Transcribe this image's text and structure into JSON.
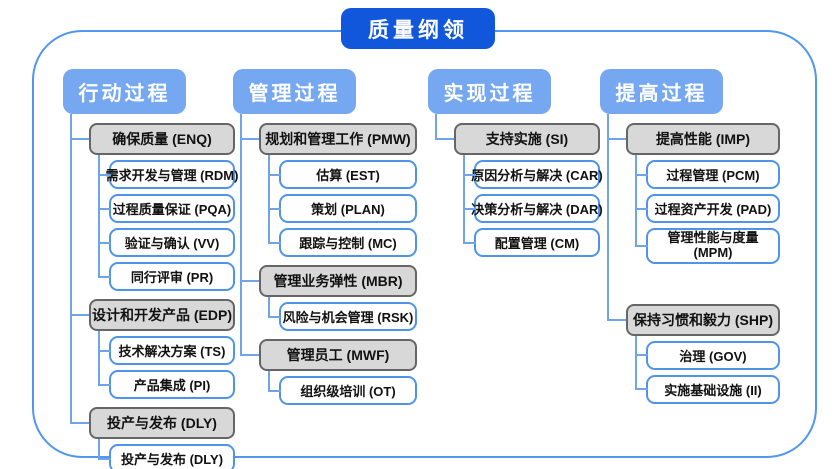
{
  "title": "质量纲领",
  "colors": {
    "title_bg": "#1157db",
    "header_bg": "#75a8f0",
    "group_bg": "#d8d8d8",
    "group_border": "#666666",
    "child_border": "#4e94ea",
    "connector": "#6fa3ea",
    "frame_border": "#5096f2"
  },
  "columns": [
    {
      "header": "行动过程",
      "groups": [
        {
          "label": "确保质量 (ENQ)",
          "children": [
            "需求开发与管理 (RDM)",
            "过程质量保证 (PQA)",
            "验证与确认 (VV)",
            "同行评审 (PR)"
          ]
        },
        {
          "label": "设计和开发产品 (EDP)",
          "children": [
            "技术解决方案 (TS)",
            "产品集成 (PI)"
          ]
        },
        {
          "label": "投产与发布 (DLY)",
          "children": [
            "投产与发布 (DLY)"
          ]
        }
      ]
    },
    {
      "header": "管理过程",
      "groups": [
        {
          "label": "规划和管理工作 (PMW)",
          "children": [
            "估算 (EST)",
            "策划 (PLAN)",
            "跟踪与控制 (MC)"
          ]
        },
        {
          "label": "管理业务弹性 (MBR)",
          "children": [
            "风险与机会管理 (RSK)"
          ]
        },
        {
          "label": "管理员工 (MWF)",
          "children": [
            "组织级培训 (OT)"
          ]
        }
      ]
    },
    {
      "header": "实现过程",
      "groups": [
        {
          "label": "支持实施 (SI)",
          "children": [
            "原因分析与解决 (CAR)",
            "决策分析与解决 (DAR)",
            "配置管理 (CM)"
          ]
        }
      ]
    },
    {
      "header": "提高过程",
      "groups": [
        {
          "label": "提高性能 (IMP)",
          "children": [
            "过程管理 (PCM)",
            "过程资产开发 (PAD)",
            "管理性能与度量\n(MPM)"
          ]
        },
        {
          "label": "保持习惯和毅力 (SHP)",
          "children": [
            "治理 (GOV)",
            "实施基础设施 (II)"
          ]
        }
      ]
    }
  ]
}
